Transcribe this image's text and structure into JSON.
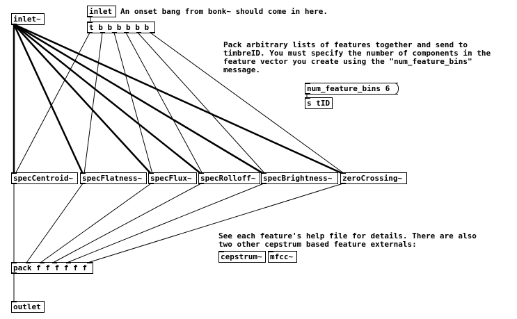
{
  "objects": {
    "inlet_tilde": "inlet~",
    "inlet": "inlet",
    "trigger": "t b b b b b b",
    "num_feature_bins_msg": "num_feature_bins 6",
    "send_tid": "s tID",
    "spec_centroid": "specCentroid~",
    "spec_flatness": "specFlatness~",
    "spec_flux": "specFlux~",
    "spec_rolloff": "specRolloff~",
    "spec_brightness": "specBrightness~",
    "zero_crossing": "zeroCrossing~",
    "pack": "pack f f f f f f",
    "outlet": "outlet",
    "cepstrum": "cepstrum~",
    "mfcc": "mfcc~"
  },
  "comments": {
    "onset": "An onset bang from bonk~ should come in here.",
    "pack_info": "Pack arbitrary lists of features together and send to\ntimbreID. You must specify the number of components in the\nfeature vector you create using the \"num_feature_bins\"\nmessage.",
    "help_info": "See each feature's help file for details. There are also\ntwo other cepstrum based feature externals:"
  }
}
